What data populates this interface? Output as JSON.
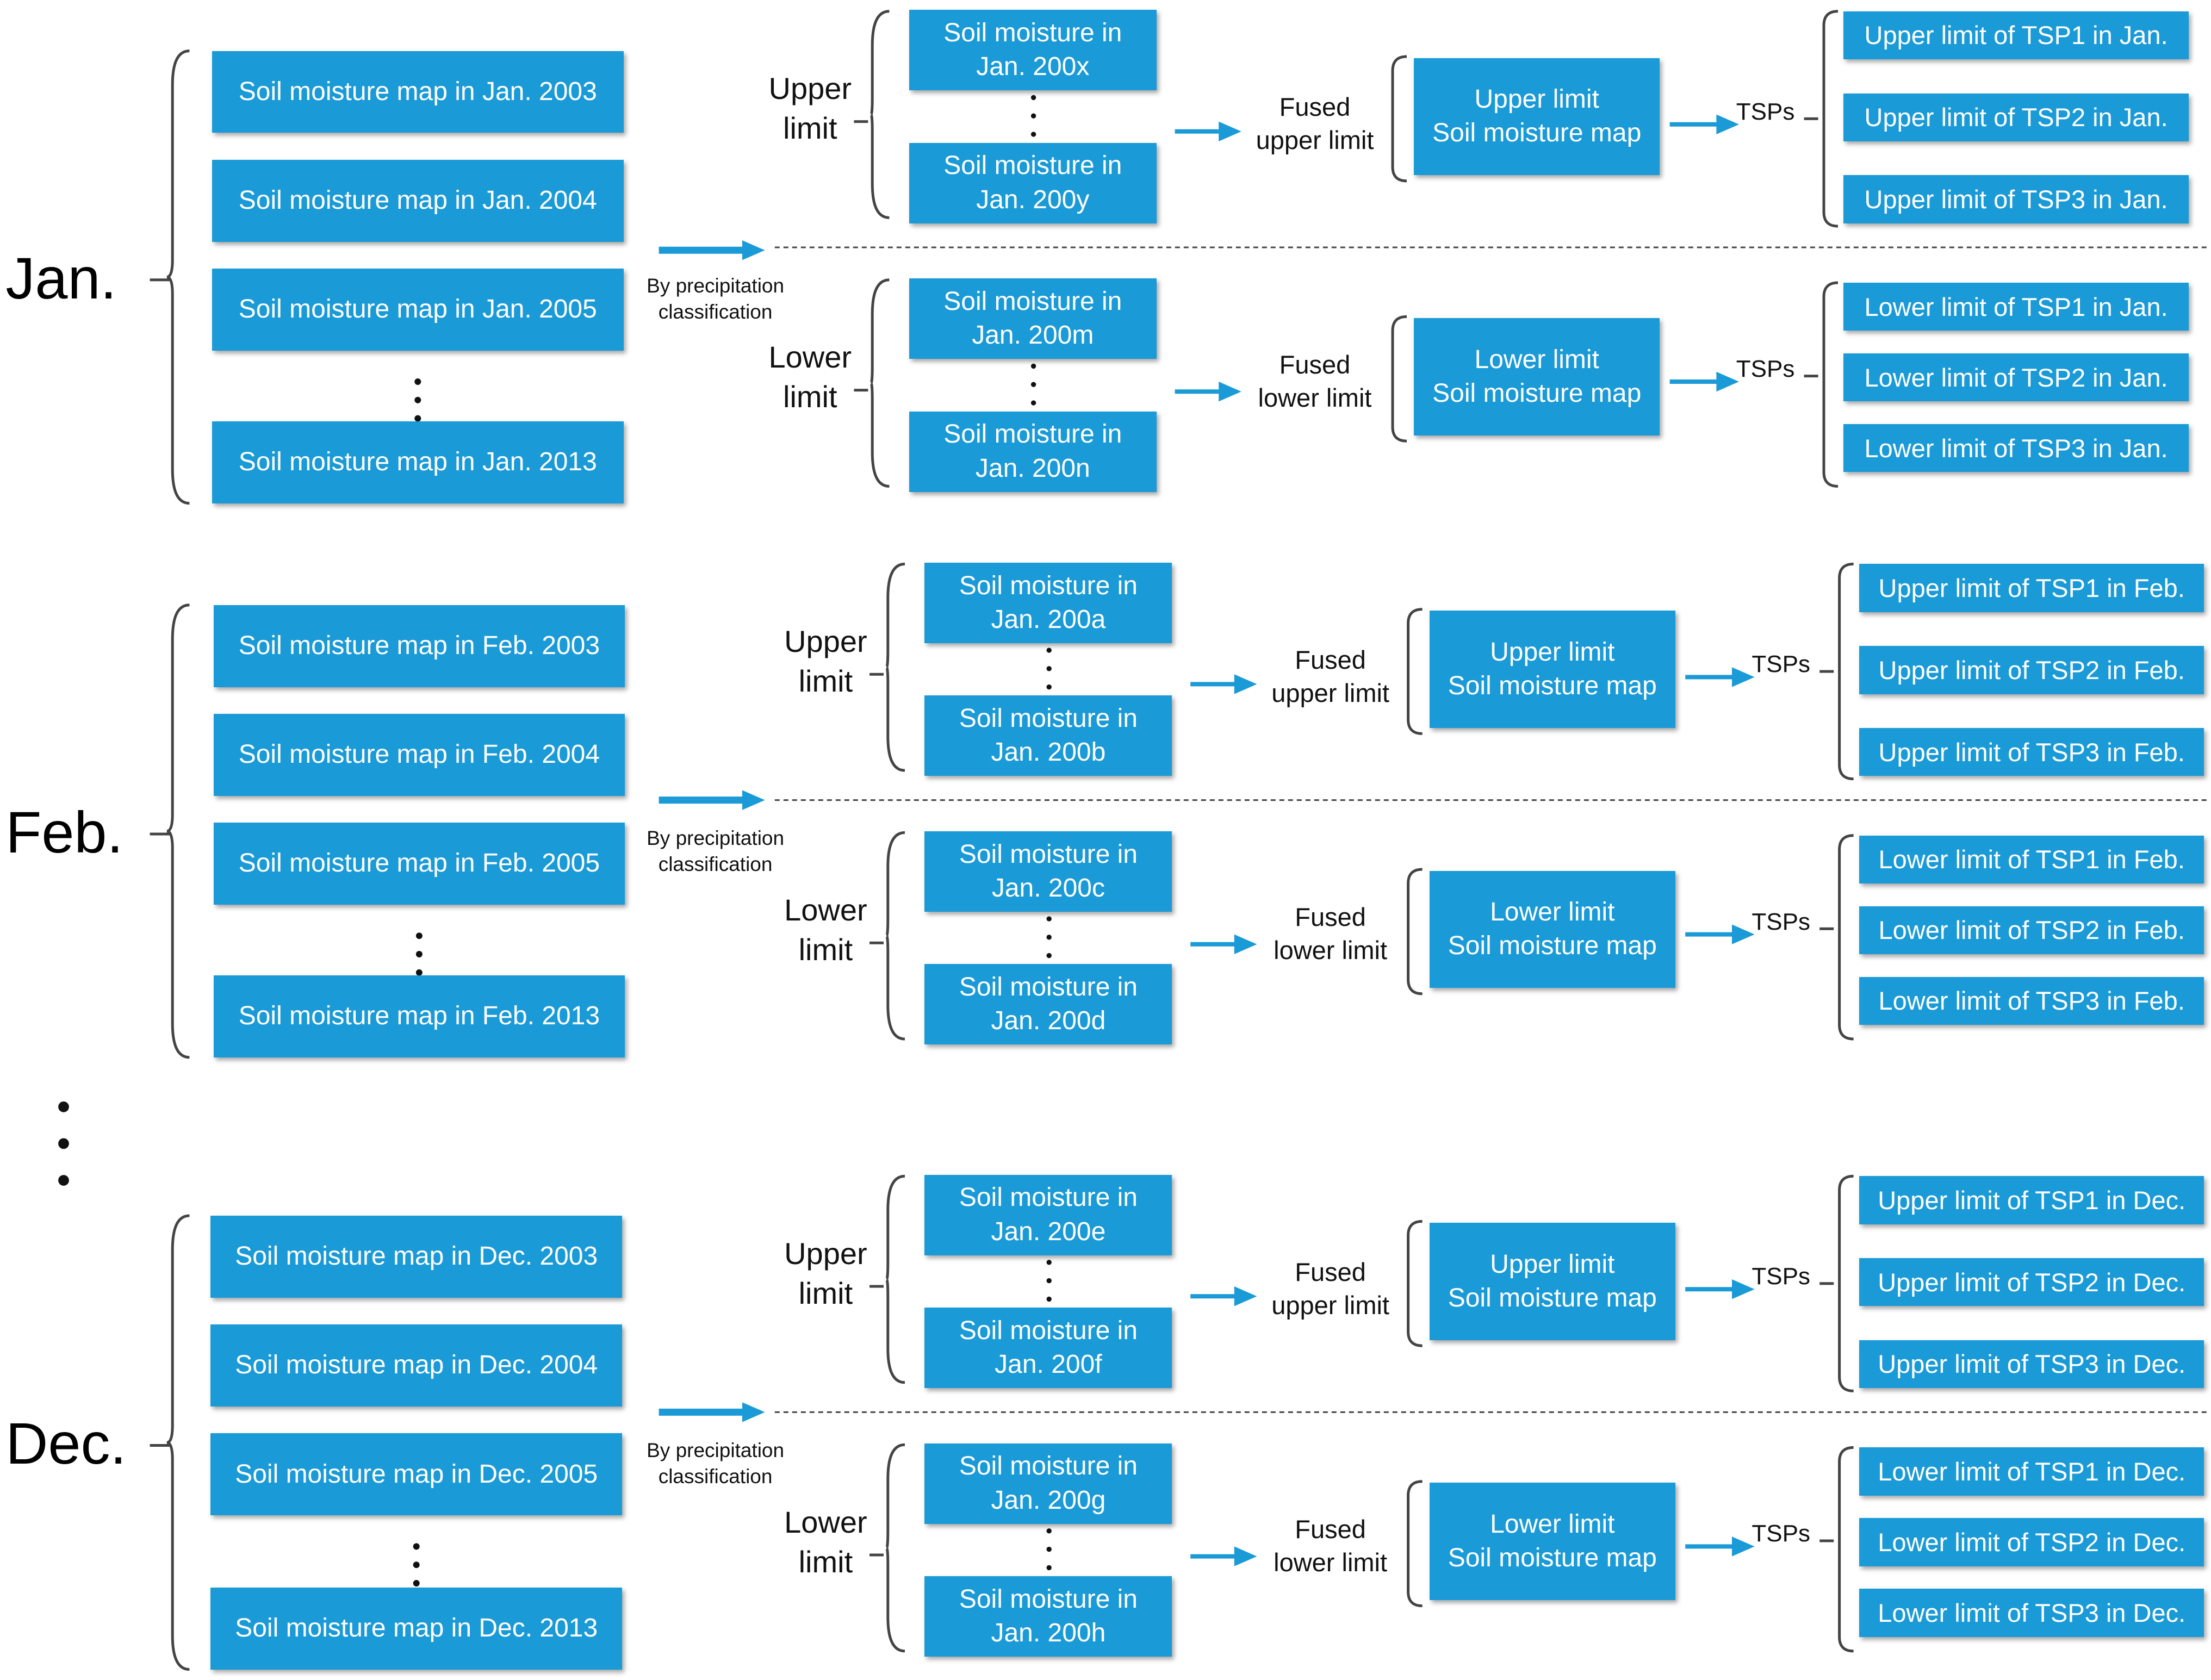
{
  "colors": {
    "box": "#1a9ad6",
    "arrow": "#1a9ad6",
    "line": "#444444",
    "text": "#111111"
  },
  "groups": [
    {
      "month": "Jan.",
      "sources": [
        "Soil moisture map in Jan.  2003",
        "Soil moisture map in Jan. 2004",
        "Soil moisture map in Jan. 2005",
        "Soil moisture map in Jan. 2013"
      ],
      "classify": [
        "By precipitation",
        "classification"
      ],
      "upper": {
        "label": [
          "Upper",
          "limit"
        ],
        "maps": [
          [
            "Soil moisture in",
            "Jan. 200x"
          ],
          [
            "Soil moisture in",
            "Jan. 200y"
          ]
        ],
        "fused": [
          "Fused",
          "upper limit"
        ],
        "result": [
          "Upper limit",
          "Soil moisture map"
        ],
        "tsps_label": "TSPs",
        "outputs": [
          "Upper limit of TSP1 in Jan.",
          "Upper limit of TSP2 in Jan.",
          "Upper limit of TSP3 in Jan."
        ]
      },
      "lower": {
        "label": [
          "Lower",
          "limit"
        ],
        "maps": [
          [
            "Soil moisture in",
            "Jan. 200m"
          ],
          [
            "Soil moisture in",
            "Jan. 200n"
          ]
        ],
        "fused": [
          "Fused",
          "lower limit"
        ],
        "result": [
          "Lower limit",
          "Soil moisture map"
        ],
        "tsps_label": "TSPs",
        "outputs": [
          "Lower limit of TSP1 in Jan.",
          "Lower limit of TSP2 in Jan.",
          "Lower limit of TSP3 in Jan."
        ]
      }
    },
    {
      "month": "Feb.",
      "sources": [
        "Soil moisture map in Feb. 2003",
        "Soil moisture map in Feb. 2004",
        "Soil moisture map in Feb. 2005",
        "Soil moisture map in Feb. 2013"
      ],
      "classify": [
        "By precipitation",
        "classification"
      ],
      "upper": {
        "label": [
          "Upper",
          "limit"
        ],
        "maps": [
          [
            "Soil moisture in",
            "Jan. 200a"
          ],
          [
            "Soil moisture in",
            "Jan. 200b"
          ]
        ],
        "fused": [
          "Fused",
          "upper limit"
        ],
        "result": [
          "Upper limit",
          "Soil moisture map"
        ],
        "tsps_label": "TSPs",
        "outputs": [
          "Upper limit of TSP1 in Feb.",
          "Upper limit of TSP2 in Feb.",
          "Upper limit of TSP3 in Feb."
        ]
      },
      "lower": {
        "label": [
          "Lower",
          "limit"
        ],
        "maps": [
          [
            "Soil moisture in",
            "Jan. 200c"
          ],
          [
            "Soil moisture in",
            "Jan. 200d"
          ]
        ],
        "fused": [
          "Fused",
          "lower limit"
        ],
        "result": [
          "Lower limit",
          "Soil moisture map"
        ],
        "tsps_label": "TSPs",
        "outputs": [
          "Lower limit of TSP1 in Feb.",
          "Lower limit of TSP2 in Feb.",
          "Lower limit of TSP3 in Feb."
        ]
      }
    },
    {
      "month": "Dec.",
      "sources": [
        "Soil moisture map in Dec. 2003",
        "Soil moisture map in Dec. 2004",
        "Soil moisture map in Dec. 2005",
        "Soil moisture map in Dec. 2013"
      ],
      "classify": [
        "By precipitation",
        "classification"
      ],
      "upper": {
        "label": [
          "Upper",
          "limit"
        ],
        "maps": [
          [
            "Soil moisture in",
            "Jan. 200e"
          ],
          [
            "Soil moisture in",
            "Jan. 200f"
          ]
        ],
        "fused": [
          "Fused",
          "upper limit"
        ],
        "result": [
          "Upper limit",
          "Soil moisture map"
        ],
        "tsps_label": "TSPs",
        "outputs": [
          "Upper limit of TSP1 in Dec.",
          "Upper limit of TSP2 in Dec.",
          "Upper limit of TSP3 in Dec."
        ]
      },
      "lower": {
        "label": [
          "Lower",
          "limit"
        ],
        "maps": [
          [
            "Soil moisture in",
            "Jan. 200g"
          ],
          [
            "Soil moisture in",
            "Jan. 200h"
          ]
        ],
        "fused": [
          "Fused",
          "lower limit"
        ],
        "result": [
          "Lower limit",
          "Soil moisture map"
        ],
        "tsps_label": "TSPs",
        "outputs": [
          "Lower limit of TSP1 in Dec.",
          "Lower limit of TSP2 in Dec.",
          "Lower limit of TSP3 in Dec."
        ]
      }
    }
  ]
}
